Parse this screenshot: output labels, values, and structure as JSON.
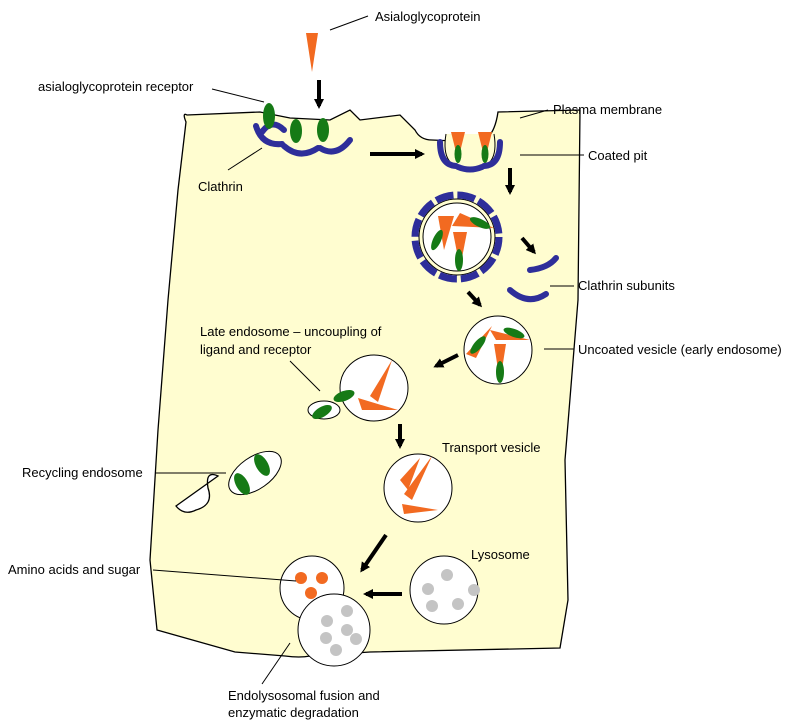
{
  "labels": {
    "asialoglycoprotein": "Asialoglycoprotein",
    "receptor": "asialoglycoprotein receptor",
    "plasma_membrane": "Plasma membrane",
    "coated_pit": "Coated pit",
    "clathrin": "Clathrin",
    "clathrin_subunits": "Clathrin subunits",
    "late_endosome_line1": "Late endosome – uncoupling of",
    "late_endosome_line2": "ligand and receptor",
    "uncoated_vesicle": "Uncoated vesicle (early endosome)",
    "transport_vesicle": "Transport vesicle",
    "recycling_endosome": "Recycling endosome",
    "lysosome": "Lysosome",
    "amino_acids": "Amino acids and sugar",
    "fusion_line1": "Endolysosomal fusion and",
    "fusion_line2": "enzymatic degradation"
  },
  "colors": {
    "cytoplasm": "#FFFDD0",
    "clathrin": "#2E2E9A",
    "receptor": "#167A16",
    "ligand": "#F26A21",
    "degradation_product": "#F26A21",
    "lysosome_granule": "#C4C4C4"
  }
}
